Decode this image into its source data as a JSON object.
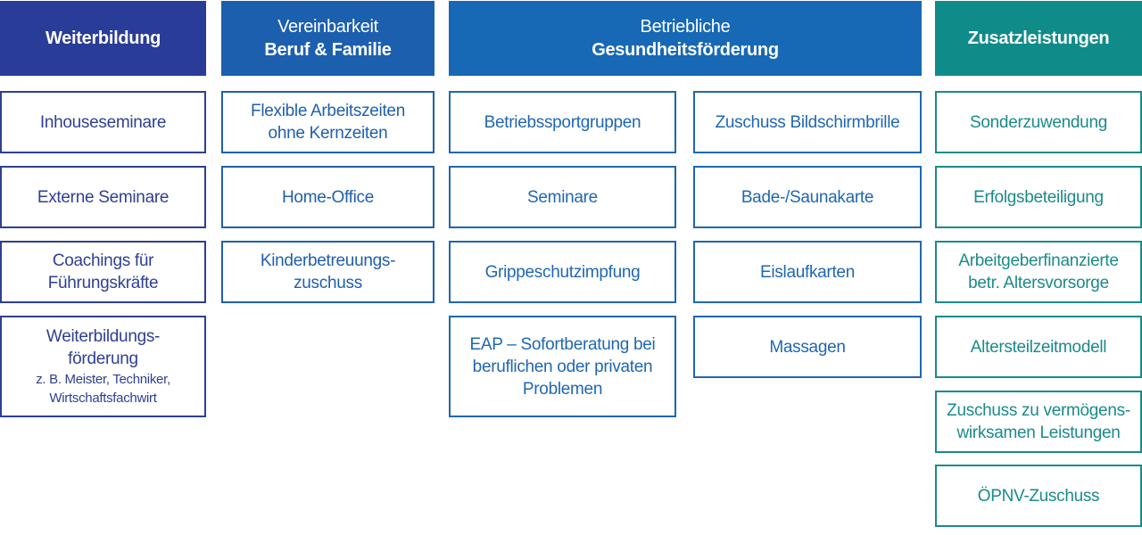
{
  "colors": {
    "weiterbildung": "#293c97",
    "vereinbarkeit": "#1c5faf",
    "gesundheit": "#1768b5",
    "zusatz": "#0f8c8a"
  },
  "headers": {
    "weiterbildung": "Weiterbildung",
    "vereinbarkeit": {
      "line1": "Vereinbarkeit",
      "line2": "Beruf & Familie"
    },
    "gesundheit": {
      "line1": "Betriebliche",
      "line2": "Gesundheitsförderung"
    },
    "zusatz": "Zusatzleistungen"
  },
  "weiterbildung": {
    "items": [
      {
        "line1": "Inhouseseminare"
      },
      {
        "line1": "Externe Seminare"
      },
      {
        "line1": "Coachings für",
        "line2": "Führungskräfte"
      },
      {
        "line1": "Weiterbildungs-",
        "line2": "förderung",
        "sub1": "z. B. Meister, Techniker,",
        "sub2": "Wirtschaftsfachwirt"
      }
    ]
  },
  "vereinbarkeit": {
    "items": [
      {
        "line1": "Flexible Arbeitszeiten",
        "line2": "ohne Kernzeiten"
      },
      {
        "line1": "Home-Office"
      },
      {
        "line1": "Kinderbetreuungs-",
        "line2": "zuschuss"
      }
    ]
  },
  "gesundheit": {
    "left": [
      {
        "line1": "Betriebssportgruppen"
      },
      {
        "line1": "Seminare"
      },
      {
        "line1": "Grippeschutzimpfung"
      },
      {
        "line1": "EAP – Sofortberatung bei",
        "line2": "beruflichen oder privaten",
        "line3": "Problemen"
      }
    ],
    "right": [
      {
        "line1": "Zuschuss Bildschirmbrille"
      },
      {
        "line1": "Bade-/Saunakarte"
      },
      {
        "line1": "Eislaufkarten"
      },
      {
        "line1": "Massagen"
      }
    ]
  },
  "zusatz": {
    "items": [
      {
        "line1": "Sonderzuwendung"
      },
      {
        "line1": "Erfolgsbeteiligung"
      },
      {
        "line1": "Arbeitgeberfinanzierte",
        "line2": "betr. Altersvorsorge"
      },
      {
        "line1": "Altersteilzeitmodell"
      },
      {
        "line1": "Zuschuss zu vermögens-",
        "line2": "wirksamen Leistungen"
      },
      {
        "line1": "ÖPNV-Zuschuss"
      }
    ]
  }
}
